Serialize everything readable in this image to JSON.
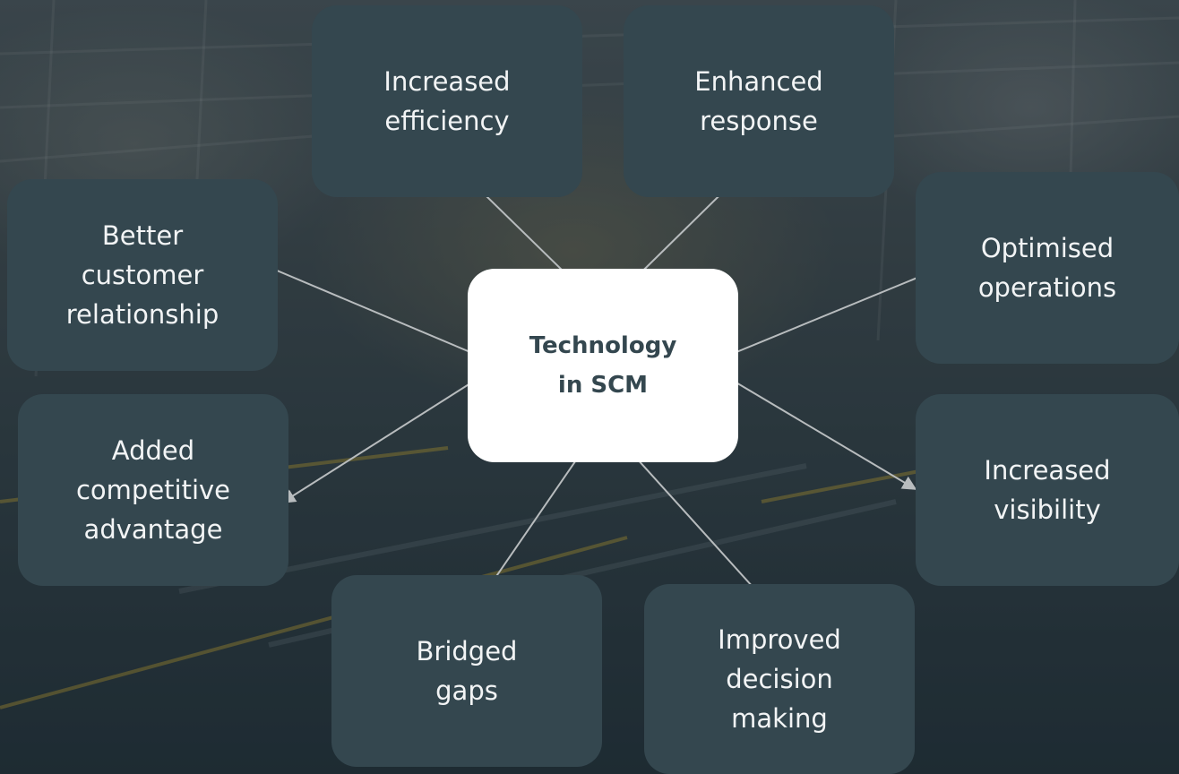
{
  "center": {
    "label": "Technology\nin SCM"
  },
  "nodes": [
    {
      "id": "increased-efficiency",
      "label": "Increased\nefficiency"
    },
    {
      "id": "enhanced-response",
      "label": "Enhanced\nresponse"
    },
    {
      "id": "better-customer-relationship",
      "label": "Better\ncustomer\nrelationship"
    },
    {
      "id": "optimised-operations",
      "label": "Optimised\noperations"
    },
    {
      "id": "added-competitive-advantage",
      "label": "Added\ncompetitive\nadvantage"
    },
    {
      "id": "increased-visibility",
      "label": "Increased\nvisibility"
    },
    {
      "id": "bridged-gaps",
      "label": "Bridged\ngaps"
    },
    {
      "id": "improved-decision-making",
      "label": "Improved\ndecision\nmaking"
    }
  ],
  "colors": {
    "box": "#34474f",
    "center_box": "#ffffff",
    "center_text": "#34474f",
    "arrow": "#b8bcbe"
  }
}
